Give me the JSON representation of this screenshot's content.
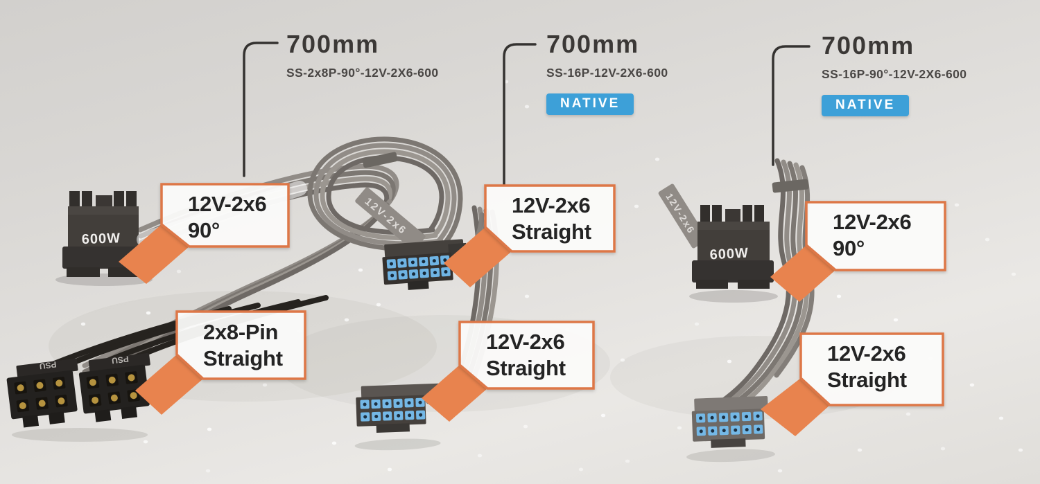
{
  "products": [
    {
      "length": "700mm",
      "model": "SS-2x8P-90°-12V-2X6-600",
      "badge": null,
      "gpu_connector_label": "600W",
      "psu_connector_label": "PSU",
      "callouts": [
        {
          "line1": "12V-2x6",
          "line2": "90°"
        },
        {
          "line1": "2x8-Pin",
          "line2": "Straight"
        }
      ]
    },
    {
      "length": "700mm",
      "model": "SS-16P-12V-2X6-600",
      "badge": "NATIVE",
      "cable_tag": "12V-2x6",
      "callouts": [
        {
          "line1": "12V-2x6",
          "line2": "Straight"
        },
        {
          "line1": "12V-2x6",
          "line2": "Straight"
        }
      ]
    },
    {
      "length": "700mm",
      "model": "SS-16P-90°-12V-2X6-600",
      "badge": "NATIVE",
      "gpu_connector_label": "600W",
      "cable_tag": "12V-2x6",
      "callouts": [
        {
          "line1": "12V-2x6",
          "line2": "90°"
        },
        {
          "line1": "12V-2x6",
          "line2": "Straight"
        }
      ]
    }
  ],
  "colors": {
    "callout_border": "#dd7747",
    "callout_tail": "#e8834e",
    "badge_blue": "#3da0d8",
    "label_text": "#3b3836",
    "callout_text": "#242424",
    "connector_pin_blue": "#74b8e6",
    "cable_gray": "#8a8580"
  }
}
